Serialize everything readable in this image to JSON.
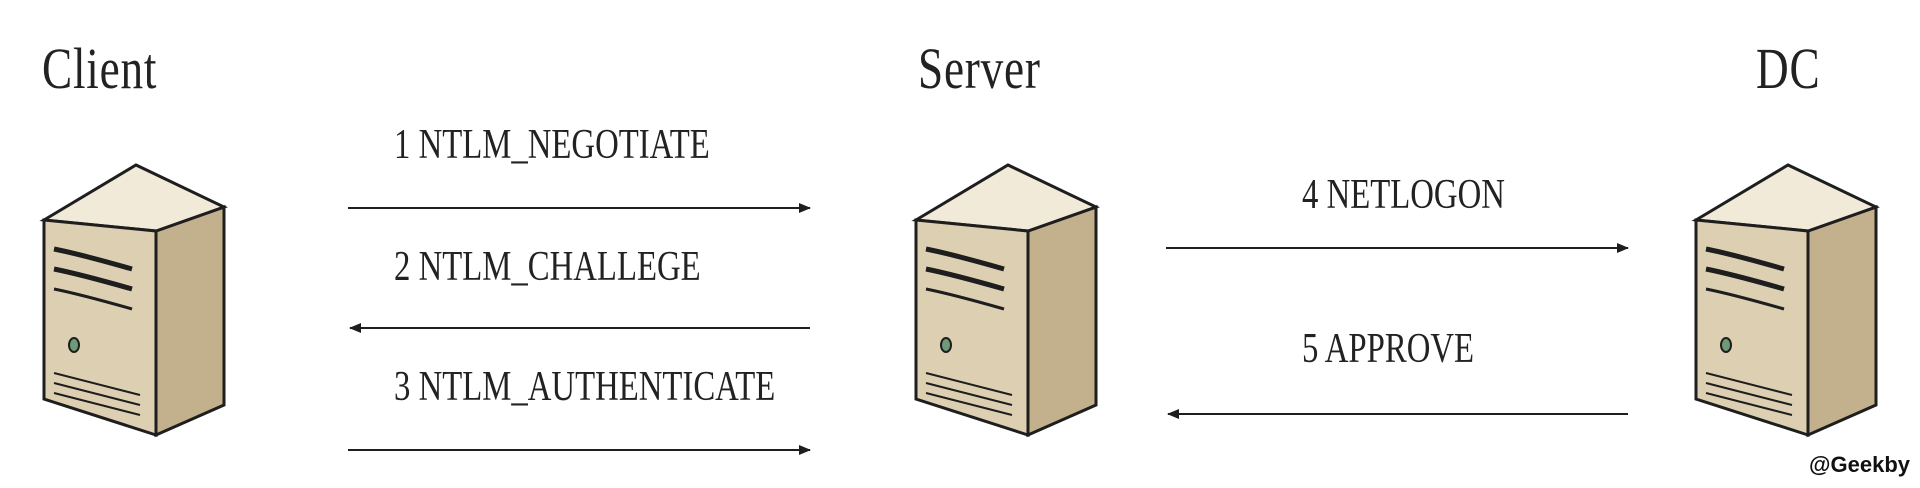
{
  "nodes": {
    "client": {
      "title": "Client"
    },
    "server": {
      "title": "Server"
    },
    "dc": {
      "title": "DC"
    }
  },
  "messages": [
    {
      "label": "1 NTLM_NEGOTIATE",
      "direction": "right"
    },
    {
      "label": "2  NTLM_CHALLEGE",
      "direction": "left"
    },
    {
      "label": "3 NTLM_AUTHENTICATE",
      "direction": "right"
    },
    {
      "label": "4 NETLOGON",
      "direction": "right"
    },
    {
      "label": "5 APPROVE",
      "direction": "left"
    }
  ],
  "watermark": "@Geekby",
  "colors": {
    "server_top": "#f2ead8",
    "server_front": "#ddd0b2",
    "server_side": "#c3b08c",
    "outline": "#1e1e1e",
    "led": "#6e9a78"
  }
}
